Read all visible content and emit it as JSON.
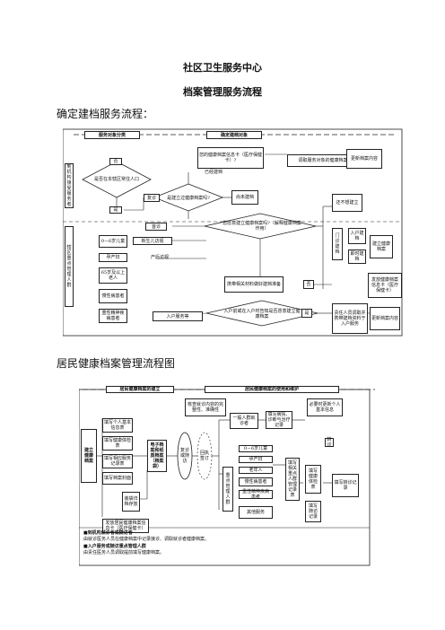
{
  "title1": "社区卫生服务中心",
  "title2": "档案管理服务流程",
  "section1": "确定建档服务流程：",
  "section2": "居民健康档案管理流程图",
  "flow1": {
    "hdr_left": "服务对象分类",
    "hdr_right": "确定建档对象",
    "left_top": "到机构接受服务者",
    "left_bottom": "辖区重点管理人群",
    "yes": "是",
    "no": "否",
    "is_resident": "是否在本辖区常住人口",
    "built": "已经建档",
    "retrieve_q": "您的健康档案信息卡（医疗保健卡）?",
    "retrieve_box": "调取服务对象的健康档案",
    "update": "更新档案内容",
    "review": "复诊",
    "first": "首诊",
    "already_q": "是建立过健康档案吗?",
    "not_built": "尚未建档",
    "unwilling": "还不想建立",
    "willing_q": "您愿意建立健康档案吗?（解释健康档案作用）",
    "g1": "0－6岁儿童",
    "g2": "孕产妇",
    "g3": "65岁及以上老人",
    "g4": "慢性病患者",
    "g5": "重性精神疾病患者",
    "newborn": "新生儿访视",
    "prenatal": "产后访视",
    "bring": "携带相关材料做好建档准备",
    "entry_service": "入户服务等",
    "agree_q": "入户前或在入户时告知是否愿意建立健康档案",
    "visit_build": "门诊建档",
    "home_build": "入户建档",
    "instant": "即时建档",
    "issue_card": "发放健康档案信息卡（医疗保健卡）",
    "create": "建立健康档案",
    "when_visit": "责任人员调取并携带建档资料于入户服务",
    "update2": "更新档案内容"
  },
  "flow2": {
    "hdr_left": "居民健康档案的建立",
    "hdr_right": "居民健康档案的使用和维护",
    "create": "建立健康档案",
    "steps": [
      "填写个人基本信息表",
      "填写健康体检表",
      "填写相应服务记录表",
      "填写档案封面"
    ],
    "card": "发放居民健康档案信息卡（医疗保健卡）",
    "store": "装袋归档存放",
    "archive": "电子档案和纸质档案（档案袋）",
    "recheck": "复诊或随访",
    "attend": "回执签订",
    "check_q": "核查就诊内容的完整性、准确性",
    "general": "一般人群就诊者",
    "need_q": "必要时更新个人基本信息",
    "record": "填写病情、诊断与治疗记录",
    "focus": "重点管理人群",
    "pop": [
      "0－6岁儿童",
      "孕产妇",
      "老年人",
      "慢性病患者",
      "重性精神疾病患者"
    ],
    "fill": "填写相关重点人群管理记录表",
    "make_record": "填写健康体检表",
    "follow": "填写随访记录",
    "other": "其他服务",
    "refer": "转诊",
    "trans": "填写转诊记录",
    "note1": "■到机构就诊者或随访者",
    "note1b": "由就诊医务人员在健康档案中记录接诊、调取就诊者健康档案。",
    "note2": "■入户服务或随访重点管理人群",
    "note2b": "由责任医务人员调取提前填写健康档案。"
  }
}
